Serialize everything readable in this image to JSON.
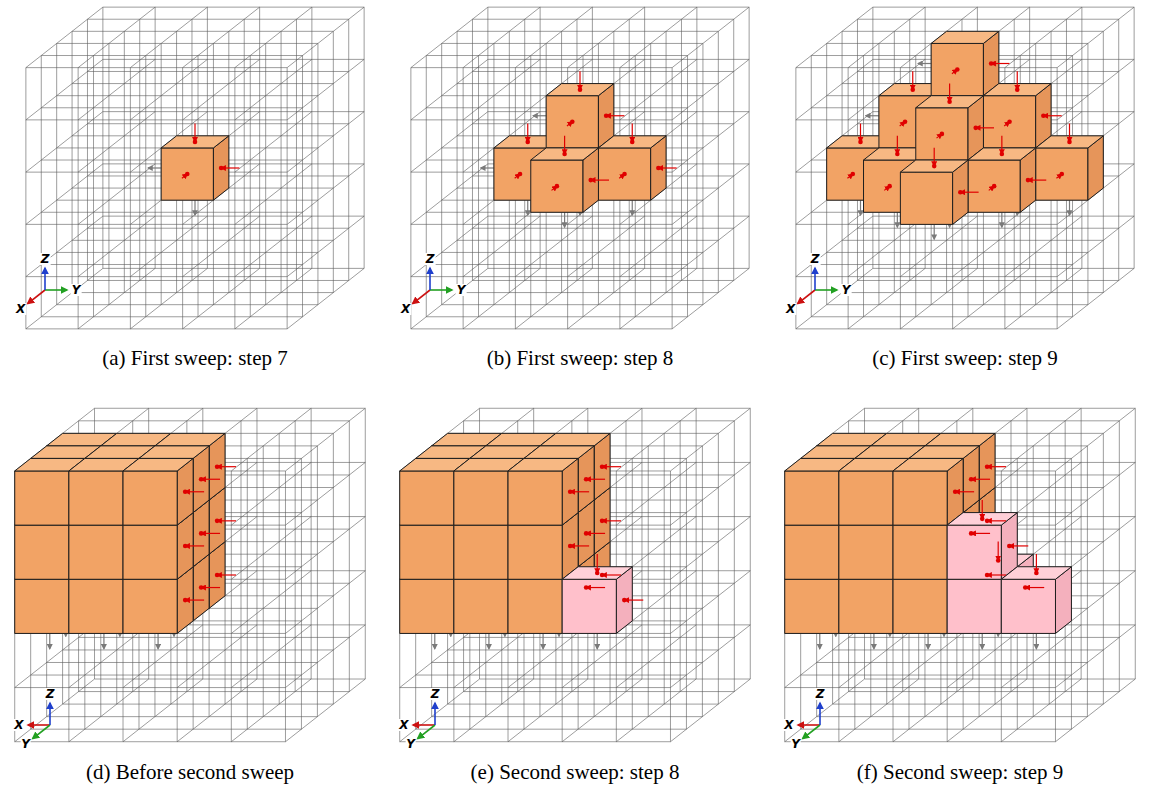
{
  "diagram": {
    "labels": [
      "Z",
      "X",
      "Y",
      "(a) First sweep: step 7",
      "Z",
      "X",
      "Y",
      "(b) First sweep: step 8",
      "Z",
      "X",
      "Y",
      "(c) First sweep: step 9",
      "Z",
      "X",
      "Y",
      "(d) Before second sweep",
      "Z",
      "X",
      "Y",
      "(e) Second sweep: step 8",
      "Z",
      "X",
      "Y",
      "(f) Second sweep: step 9"
    ]
  }
}
